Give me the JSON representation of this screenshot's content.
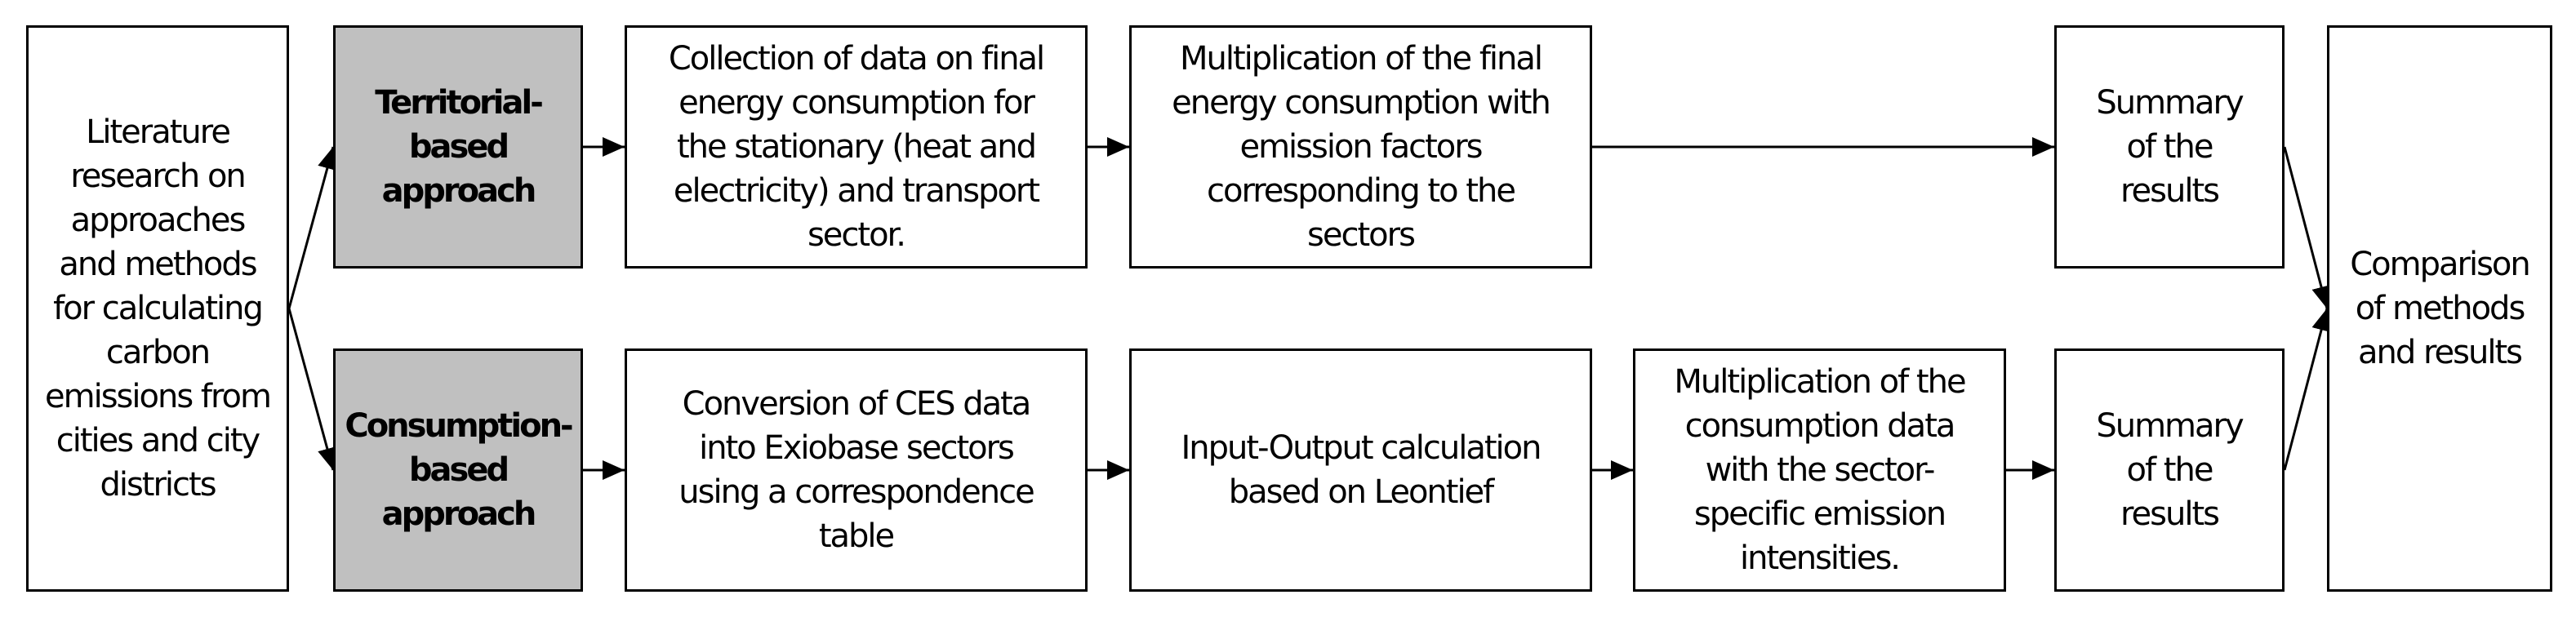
{
  "diagram": {
    "literature": "Literature\nresearch on\napproaches\nand methods\nfor calculating\ncarbon\nemissions from\ncities and city\ndistricts",
    "territorial": "Territorial-\nbased\napproach",
    "consumption": "Consumption-\nbased\napproach",
    "collection": "Collection of data on final\nenergy consumption for\nthe stationary  (heat and\nelectricity) and transport\nsector.",
    "multiplication_final": "Multiplication of the final\nenergy consumption with\nemission factors\ncorresponding to the\nsectors",
    "conversion": "Conversion of CES data\ninto Exiobase sectors\nusing a correspondence\ntable",
    "input_output": "Input-Output calculation\nbased on Leontief",
    "multiplication_consumption": "Multiplication of the\nconsumption data\nwith the sector-\nspecific emission\nintensities.",
    "summary_top": "Summary\nof the\nresults",
    "summary_bottom": "Summary\nof the\nresults",
    "comparison": "Comparison\nof methods\nand results",
    "colors": {
      "border": "#000000",
      "approach_fill": "#c0c0c0",
      "box_fill": "#ffffff"
    }
  }
}
